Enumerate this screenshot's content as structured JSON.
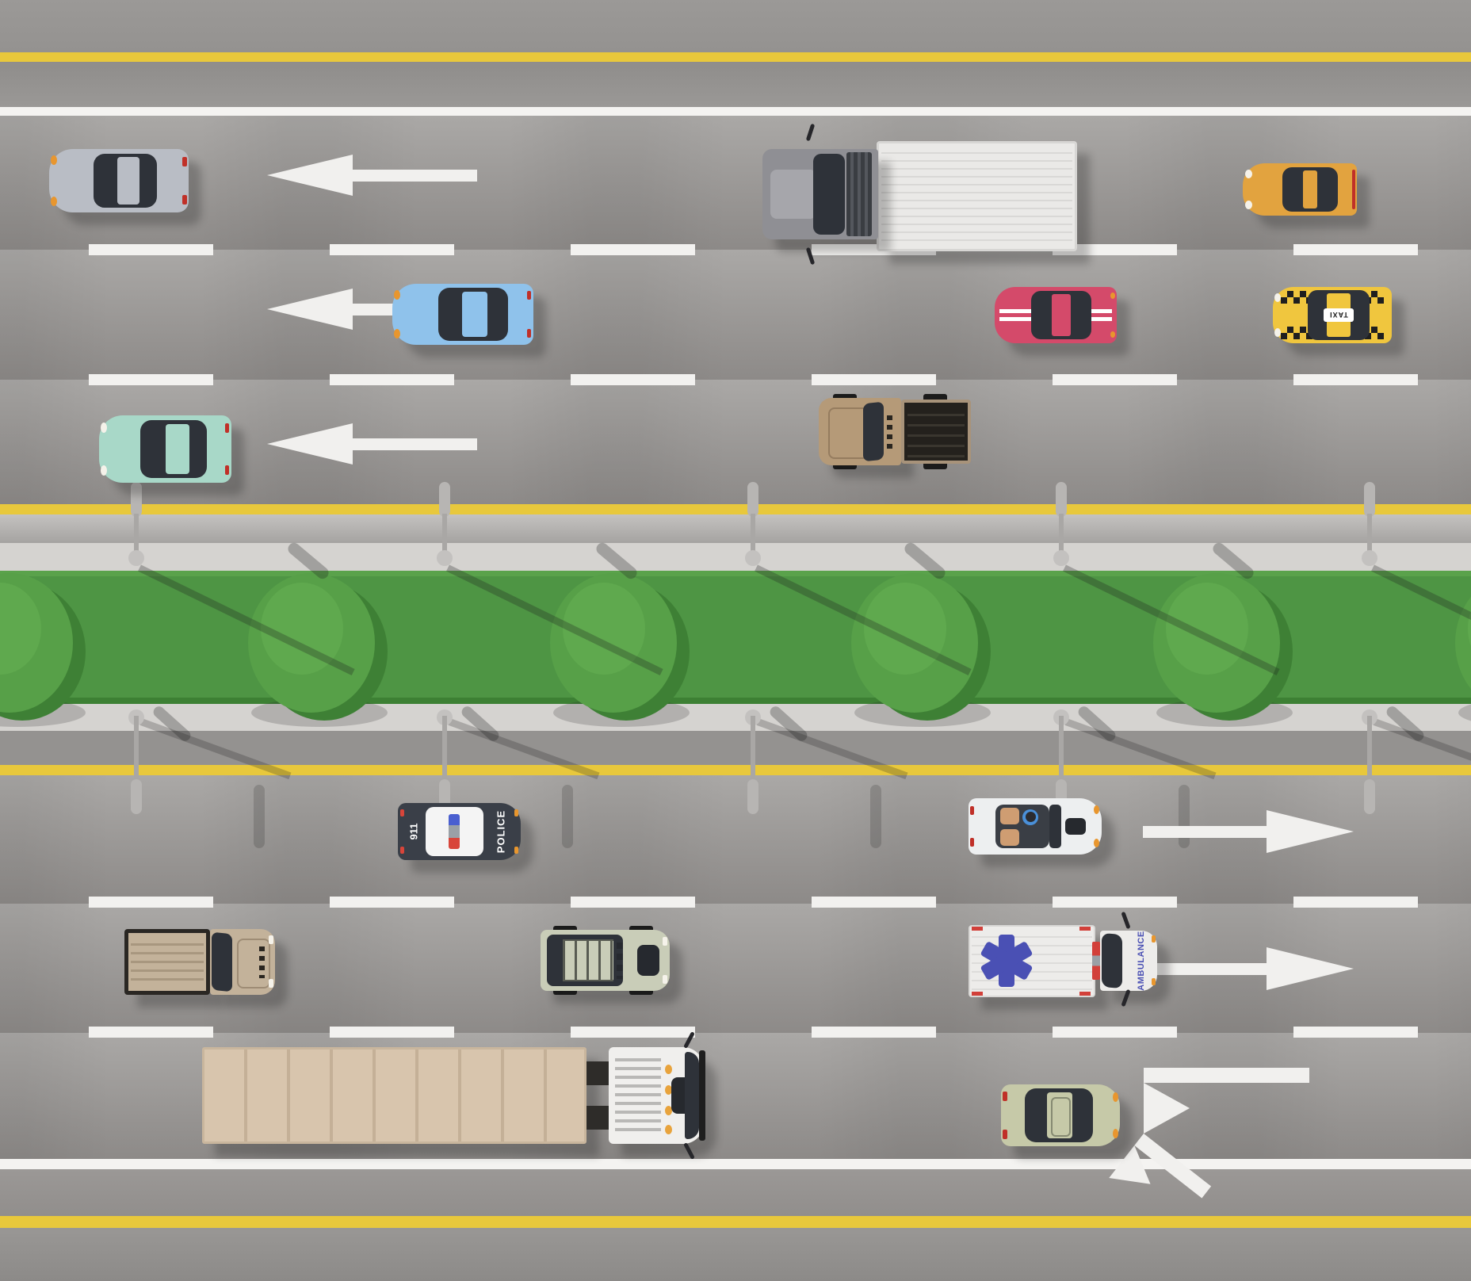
{
  "labels": {
    "police": "POLICE",
    "police_code": "911",
    "ambulance": "AMBULANCE",
    "taxi": "TAXI"
  },
  "colors": {
    "bg_gray": "#989593",
    "yellow_line": "#e8c83c",
    "white_line": "#f4f3f1",
    "dash_white": "#f2f1ef",
    "arrow_white": "#f1f0ee",
    "road_light": "#aaa8a6",
    "road_dark": "#8d8a88",
    "shoulder_light": "#c4c2c0",
    "curb": "#d5d3d0",
    "median_green": "#4e9544",
    "median_edge": "#3d8034",
    "bush_green": "#57a048",
    "bush_dark": "#3e8035",
    "bush_light": "#64ad52",
    "lamp_gray": "#b7b5b3",
    "lamp_ball": "#c3c1bf",
    "glass_dark": "#2e3239",
    "sedan_silver": "#b9bdc5",
    "truck_cab_gray": "#8f8f94",
    "truck_trailer_white": "#eae9e7",
    "sport_orange": "#e2a33f",
    "car_blue": "#8fc2eb",
    "car_red": "#d44a6a",
    "taxi_yellow": "#f0c63e",
    "car_teal": "#a8d8c8",
    "pickup_tan": "#b59a78",
    "pickup_bed_dark": "#24211d",
    "police_dark": "#3a3f48",
    "police_white": "#f4f4f4",
    "light_blue": "#4a5fd0",
    "light_red": "#d8453a",
    "convertible_white": "#edeff0",
    "interior_tan": "#cf9d72",
    "shirt_blue": "#4a90d9",
    "flatbed_tan": "#c3b29a",
    "suv_sage": "#c9cdb8",
    "ambulance_white": "#edecea",
    "ambulance_blue": "#4a50b4",
    "ambulance_red": "#d2403a",
    "semi_trailer_tan": "#d8c5ad",
    "semi_cab_white": "#f0efed",
    "amber": "#e8a33c",
    "car_olive": "#c6c9a8",
    "headlight_orange": "#e8962e",
    "tail_red": "#c03028"
  },
  "scene": {
    "type": "top-down-highway-illustration",
    "upper_road_direction": "left",
    "lower_road_direction": "right",
    "upper_lane_count": 3,
    "lower_lane_count": 3,
    "median": {
      "bush_count": 6,
      "street_lamp_columns": 5
    },
    "arrows": {
      "upper_left_arrows": 3,
      "lower_right_arrows": 2,
      "lower_fork_arrows": 1
    },
    "vehicles": [
      {
        "name": "silver-sedan",
        "type": "sedan",
        "lane": "upper-1",
        "facing": "left",
        "color_key": "sedan_silver"
      },
      {
        "name": "box-truck",
        "type": "truck",
        "lane": "upper-1",
        "facing": "left",
        "color_key": "truck_trailer_white"
      },
      {
        "name": "orange-sports-car",
        "type": "sports-car",
        "lane": "upper-1",
        "facing": "left",
        "color_key": "sport_orange"
      },
      {
        "name": "blue-car",
        "type": "sedan",
        "lane": "upper-2",
        "facing": "left",
        "color_key": "car_blue"
      },
      {
        "name": "red-sports-car",
        "type": "sports-car",
        "lane": "upper-2",
        "facing": "left",
        "color_key": "car_red"
      },
      {
        "name": "taxi",
        "type": "taxi",
        "lane": "upper-2",
        "facing": "left",
        "color_key": "taxi_yellow"
      },
      {
        "name": "teal-car",
        "type": "sedan",
        "lane": "upper-3",
        "facing": "left",
        "color_key": "car_teal"
      },
      {
        "name": "brown-pickup",
        "type": "pickup",
        "lane": "upper-3",
        "facing": "left",
        "color_key": "pickup_tan"
      },
      {
        "name": "police-car",
        "type": "police",
        "lane": "lower-1",
        "facing": "right",
        "color_key": "police_dark"
      },
      {
        "name": "white-convertible",
        "type": "convertible",
        "lane": "lower-1",
        "facing": "right",
        "color_key": "convertible_white"
      },
      {
        "name": "flatbed-pickup",
        "type": "pickup",
        "lane": "lower-2",
        "facing": "right",
        "color_key": "flatbed_tan"
      },
      {
        "name": "sage-suv",
        "type": "suv",
        "lane": "lower-2",
        "facing": "right",
        "color_key": "suv_sage"
      },
      {
        "name": "ambulance",
        "type": "ambulance",
        "lane": "lower-2",
        "facing": "right",
        "color_key": "ambulance_white"
      },
      {
        "name": "semi-truck",
        "type": "semi",
        "lane": "lower-3",
        "facing": "right",
        "color_key": "semi_trailer_tan"
      },
      {
        "name": "olive-car",
        "type": "sedan",
        "lane": "lower-3",
        "facing": "right",
        "color_key": "car_olive"
      }
    ]
  }
}
